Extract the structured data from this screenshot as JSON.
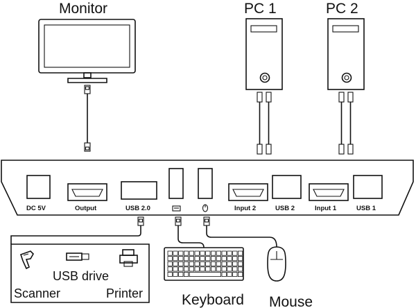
{
  "devices": {
    "monitor": {
      "label": "Monitor"
    },
    "pc1": {
      "label": "PC 1"
    },
    "pc2": {
      "label": "PC 2"
    }
  },
  "ports": {
    "dc": "DC 5V",
    "output": "Output",
    "usb20": "USB 2.0",
    "input2": "Input 2",
    "usb2": "USB 2",
    "input1": "Input 1",
    "usb1": "USB 1"
  },
  "peripherals": {
    "usb_drive": "USB drive",
    "scanner": "Scanner",
    "printer": "Printer",
    "keyboard": "Keyboard",
    "mouse": "Mouse"
  }
}
